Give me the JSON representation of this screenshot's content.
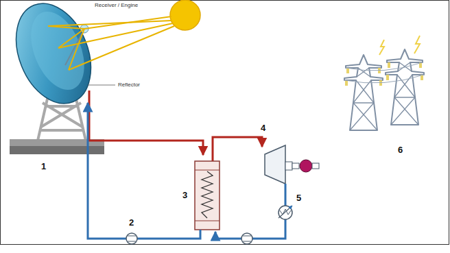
{
  "diagram": {
    "labels": [
      "Receiver / Engine",
      "Reflector",
      "1",
      "2",
      "3",
      "4",
      "5",
      "6"
    ]
  }
}
